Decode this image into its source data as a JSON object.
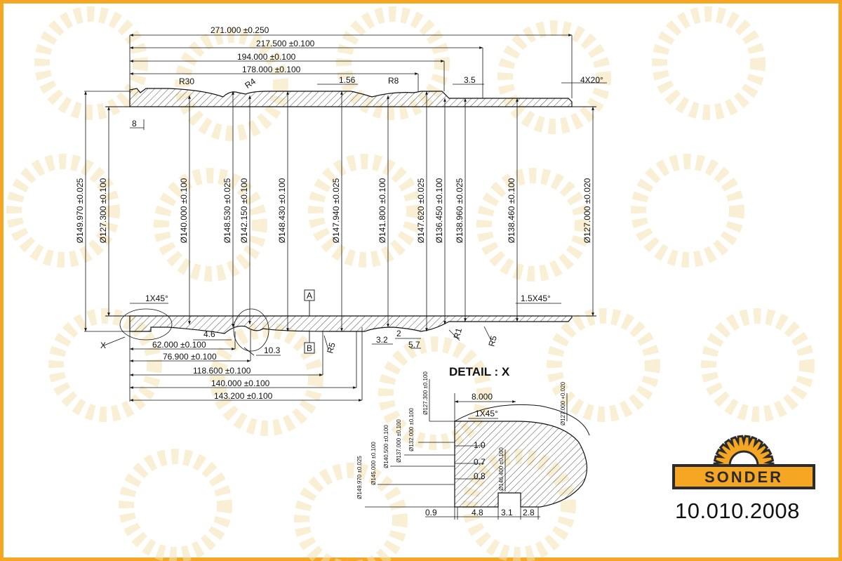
{
  "drawing": {
    "brand": "SONDER",
    "part_number": "10.010.2008",
    "detail_title": "DETAIL : X",
    "horizontal_dims_top": [
      "271.000 ±0.250",
      "217.500 ±0.100",
      "194.000 ±0.100",
      "178.000 ±0.100"
    ],
    "top_callouts": [
      "R30",
      "R4",
      "1.56",
      "R8",
      "3.5",
      "4X20°",
      "8"
    ],
    "vertical_dims": [
      "Ø149.970 ±0.025",
      "Ø127.300 ±0.100",
      "Ø140.000 ±0.100",
      "Ø148.530 ±0.025",
      "Ø142.150 ±0.100",
      "Ø148.430 ±0.100",
      "Ø147.940 ±0.025",
      "Ø141.800 ±0.100",
      "Ø147.620 ±0.025",
      "Ø136.450 ±0.100",
      "Ø138.960 ±0.025",
      "Ø138.460 ±0.100",
      "Ø127.000 ±0.020"
    ],
    "datum_a": "A",
    "datum_b": "B",
    "bottom_callouts": [
      "1X45°",
      "1.5X45°",
      "X",
      "4.6",
      "10.3",
      "R5",
      "3.2",
      "2",
      "5.7",
      "R1",
      "R5"
    ],
    "horizontal_dims_bottom": [
      "62.000 ±0.100",
      "76.900 ±0.100",
      "118.600 ±0.100",
      "140.000 ±0.100",
      "143.200 ±0.100"
    ],
    "detail_dims_vertical": [
      "Ø127.300 ±0.100",
      "Ø132.000 ±0.100",
      "Ø137.000 ±0.100",
      "Ø140.500 ±0.100",
      "Ø145.000 ±0.100",
      "Ø149.970 ±0.025",
      "Ø127.000 +0.020",
      "Ø146.400 ±0.100"
    ],
    "detail_dims_other": [
      "8.000",
      "1X45°",
      "1.0",
      "0.7",
      "0.8",
      "0.9",
      "4.8",
      "3.1",
      "2.8"
    ]
  },
  "colors": {
    "frame": "#f5a623",
    "logo_gear": "#f5a623",
    "logo_bg": "#2b2b2b",
    "watermark": "#f3e2b3"
  }
}
